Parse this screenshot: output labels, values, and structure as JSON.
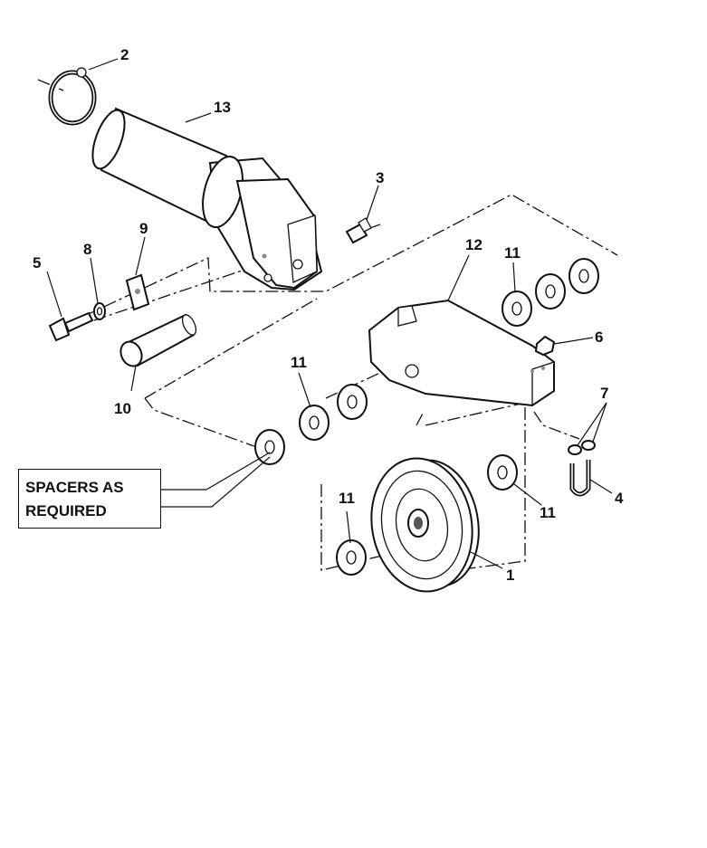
{
  "callout": {
    "line1": "SPACERS AS",
    "line2": "REQUIRED"
  },
  "labels": {
    "p1": "1",
    "p2": "2",
    "p3": "3",
    "p4": "4",
    "p5": "5",
    "p6": "6",
    "p7": "7",
    "p8": "8",
    "p9": "9",
    "p10": "10",
    "p11a": "11",
    "p11b": "11",
    "p11c": "11",
    "p11d": "11",
    "p12": "12",
    "p13": "13"
  },
  "parts": [
    {
      "name": "pulley"
    },
    {
      "name": "snap-ring"
    },
    {
      "name": "grease-fitting"
    },
    {
      "name": "u-bolt"
    },
    {
      "name": "bolt"
    },
    {
      "name": "nut"
    },
    {
      "name": "lock-nuts"
    },
    {
      "name": "lock-washer"
    },
    {
      "name": "key"
    },
    {
      "name": "pin"
    },
    {
      "name": "washer"
    },
    {
      "name": "bracket"
    },
    {
      "name": "arm"
    }
  ]
}
